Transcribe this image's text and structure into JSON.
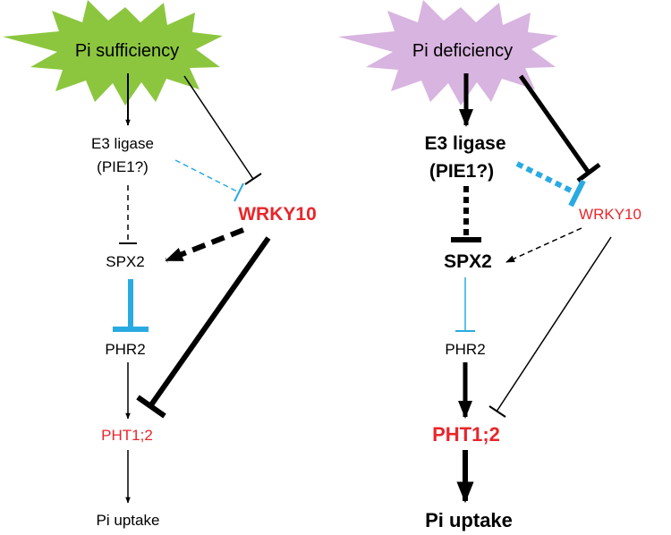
{
  "colors": {
    "sufficiency_burst": "#8cc63f",
    "deficiency_burst": "#d8b4e0",
    "black": "#000000",
    "red": "#e8262b",
    "blue": "#29abe2"
  },
  "left_panel": {
    "condition": "Pi sufficiency",
    "e3_line1": "E3 ligase",
    "e3_line2": "(PIE1?)",
    "wrky": "WRKY10",
    "spx": "SPX2",
    "phr": "PHR2",
    "pht": "PHT1;2",
    "uptake": "Pi uptake"
  },
  "right_panel": {
    "condition": "Pi deficiency",
    "e3_line1": "E3 ligase",
    "e3_line2": "(PIE1?)",
    "wrky": "WRKY10",
    "spx": "SPX2",
    "phr": "PHR2",
    "pht": "PHT1;2",
    "uptake": "Pi uptake"
  }
}
